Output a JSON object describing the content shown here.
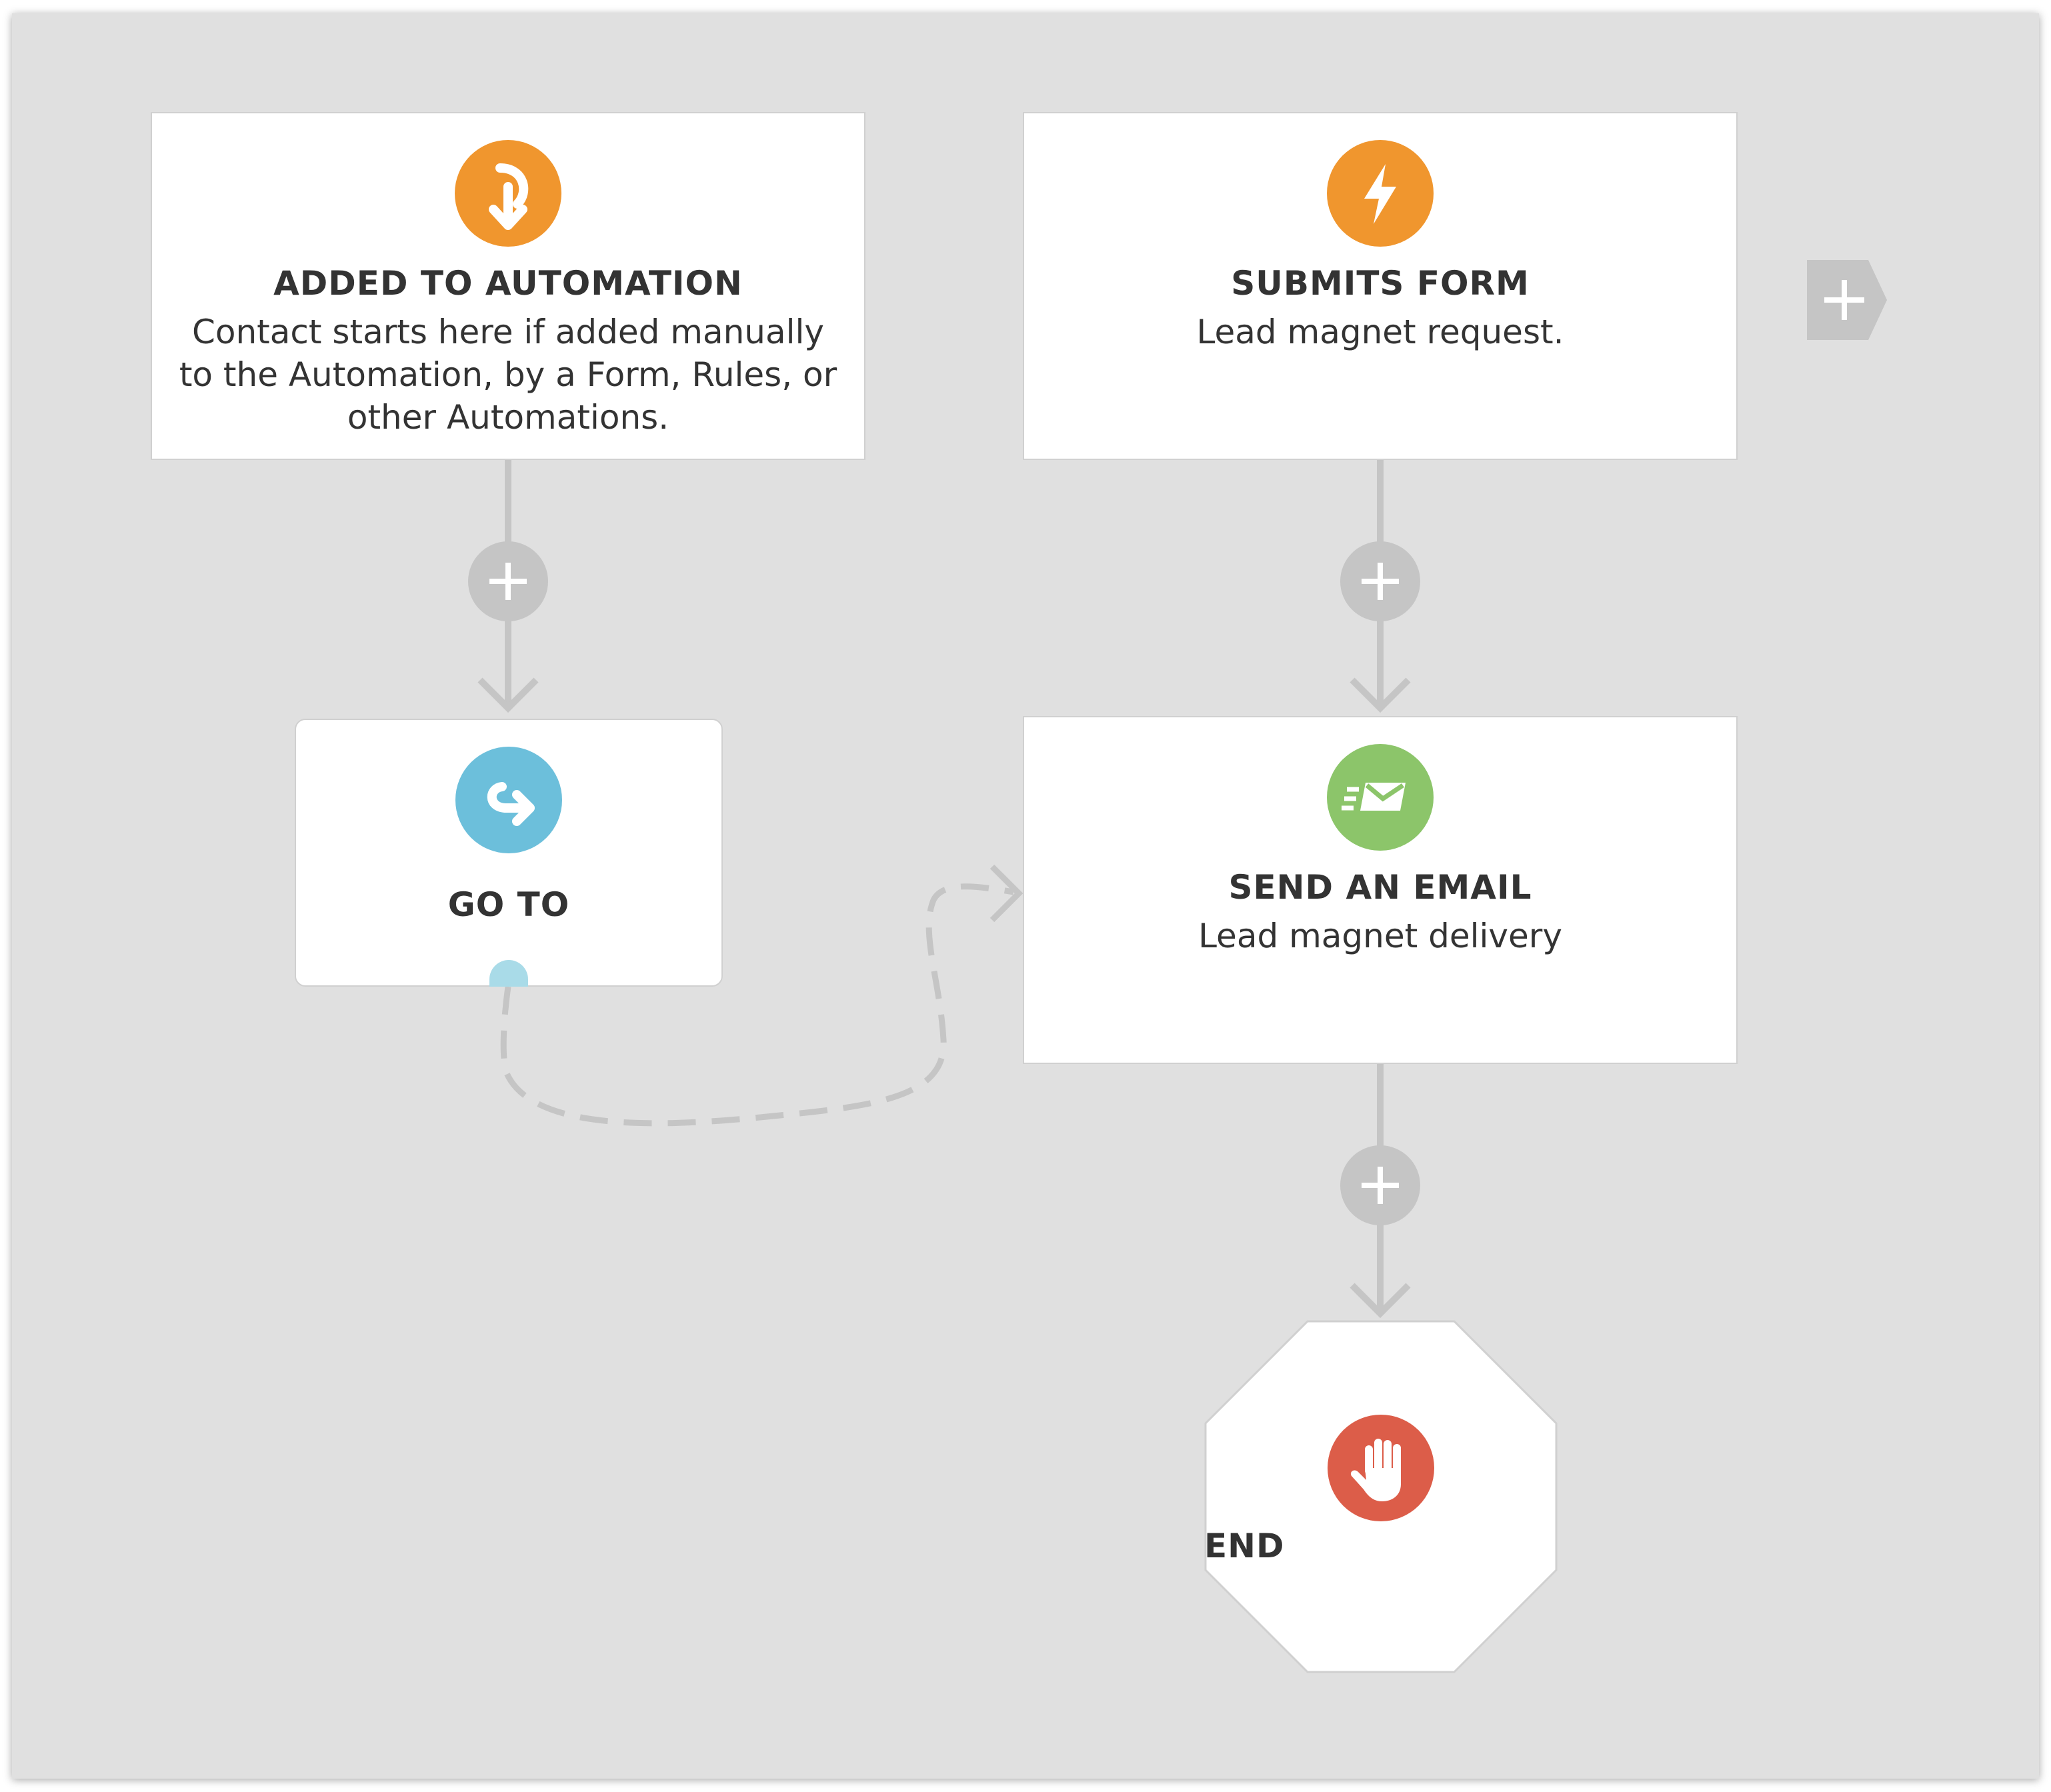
{
  "triggers": [
    {
      "title": "ADDED TO AUTOMATION",
      "description": "Contact starts here if added manually to the Automation, by a Form, Rules, or other Automations.",
      "icon": "enter-arrow-icon",
      "color": "#f0962e"
    },
    {
      "title": "SUBMITS FORM",
      "description": "Lead magnet request.",
      "icon": "lightning-bolt-icon",
      "color": "#f0962e"
    }
  ],
  "actions": {
    "goto": {
      "title": "GO TO",
      "icon": "goto-arrow-icon",
      "color": "#6cbfdb"
    },
    "send_email": {
      "title": "SEND AN EMAIL",
      "description": "Lead magnet delivery",
      "icon": "send-email-icon",
      "color": "#8cc56a"
    },
    "end": {
      "title": "END",
      "icon": "stop-hand-icon",
      "color": "#dc5d49"
    }
  },
  "colors": {
    "canvas": "#e0e0e0",
    "connector": "#c5c5c5",
    "dashed_link": "#c5c5c5",
    "goto_handle": "#a9dbe8",
    "text": "#333333"
  },
  "add_buttons": {
    "add_action_symbol": "+",
    "add_trigger_symbol": "+"
  }
}
